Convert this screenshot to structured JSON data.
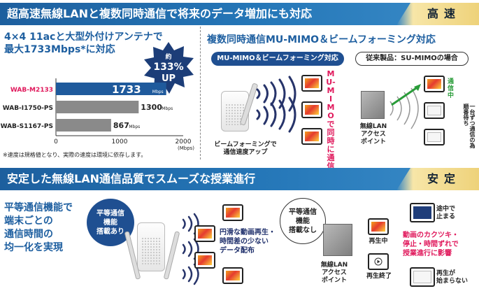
{
  "top": {
    "title": "超高速無線LANと複数同時通信で将来のデータ増加にも対応",
    "badge": "高速"
  },
  "left_panel": {
    "headline_line1": "4×4 11acと大型外付けアンテナで",
    "headline_line2": "最大1733Mbps*に対応",
    "burst": {
      "l1": "約",
      "l2": "133%",
      "l3": "UP"
    },
    "chart_data": {
      "type": "bar",
      "orientation": "horizontal",
      "categories": [
        "WAB-M2133",
        "WAB-I1750-PS",
        "WAB-S1167-PS"
      ],
      "values": [
        1733,
        1300,
        867
      ],
      "value_unit": "Mbps",
      "xlim": [
        0,
        2000
      ],
      "x_ticks": [
        "0",
        "1000",
        "2000"
      ],
      "x_unit": "(Mbps)",
      "colors": [
        "#1f5a9c",
        "#8a8a8a",
        "#8a8a8a"
      ],
      "highlight_label_color": "#e0195c"
    },
    "footnote": "※速度は規格値となり、実際の速度は環境に依存します。"
  },
  "right_panel": {
    "headline": "複数同時通信MU-MIMO＆ビームフォーミング対応",
    "pill_left": "MU-MIMO＆ビームフォーミング対応",
    "pill_right": "従来製品：SU-MIMOの場合",
    "vertical_text": "MU-MIMOで同時に通信",
    "bf_caption_l1": "ビームフォーミングで",
    "bf_caption_l2": "通信速度アップ",
    "status_connected": "通信中",
    "status_waiting": "一台ずつ通信の為順番待ち",
    "ap_label_l1": "無線LAN",
    "ap_label_l2": "アクセス",
    "ap_label_l3": "ポイント"
  },
  "bottom": {
    "title": "安定した無線LAN通信品質でスムーズな授業進行",
    "badge": "安定",
    "headline": [
      "平等通信機能で",
      "端末ごとの",
      "通信時間の",
      "均一化を実現"
    ],
    "circle_on": [
      "平等通信",
      "機能",
      "搭載あり"
    ],
    "circle_off": [
      "平等通信",
      "機能",
      "搭載なし"
    ],
    "on_caption": [
      "円滑な動画再生・",
      "時間差の少ない",
      "データ配布"
    ],
    "ap_label": [
      "無線LAN",
      "アクセス",
      "ポイント"
    ],
    "status_playing": "再生中",
    "status_ended": "再生終了",
    "status_stopped": [
      "途中で",
      "止まる"
    ],
    "status_not_start": [
      "再生が",
      "始まらない"
    ],
    "red_caption": [
      "動画のカクツキ・",
      "停止・時間ずれで",
      "授業進行に影響"
    ]
  }
}
